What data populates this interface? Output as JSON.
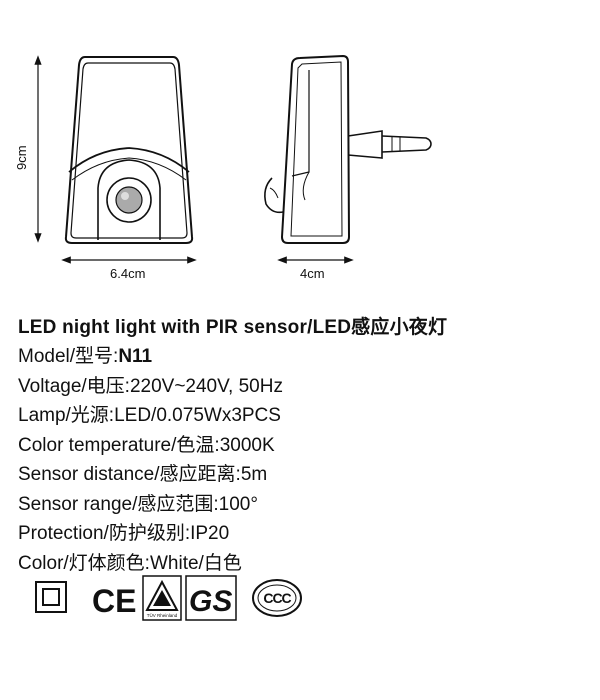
{
  "dimensions": {
    "height": "9cm",
    "width": "6.4cm",
    "depth": "4cm"
  },
  "title": "LED night light with PIR sensor/LED感应小夜灯",
  "specs": [
    {
      "label": "Model/型号:",
      "value": "N11",
      "bold": true
    },
    {
      "label": "Voltage/电压:",
      "value": "220V~240V, 50Hz",
      "bold": false
    },
    {
      "label": "Lamp/光源:",
      "value": "LED/0.075Wx3PCS",
      "bold": false
    },
    {
      "label": "Color temperature/色温:",
      "value": "3000K",
      "bold": false
    },
    {
      "label": "Sensor distance/感应距离:",
      "value": "5m",
      "bold": false
    },
    {
      "label": "Sensor range/感应范围:",
      "value": "100°",
      "bold": false
    },
    {
      "label": "Protection/防护级别:",
      "value": "IP20",
      "bold": false
    },
    {
      "label": "Color/灯体颜色:",
      "value": "White/白色",
      "bold": false
    }
  ],
  "certifications": {
    "ce_mark": "CE",
    "tuv_mark": "TÜV Rheinland",
    "gs_mark": "GS",
    "ccc_mark": "CCC"
  }
}
